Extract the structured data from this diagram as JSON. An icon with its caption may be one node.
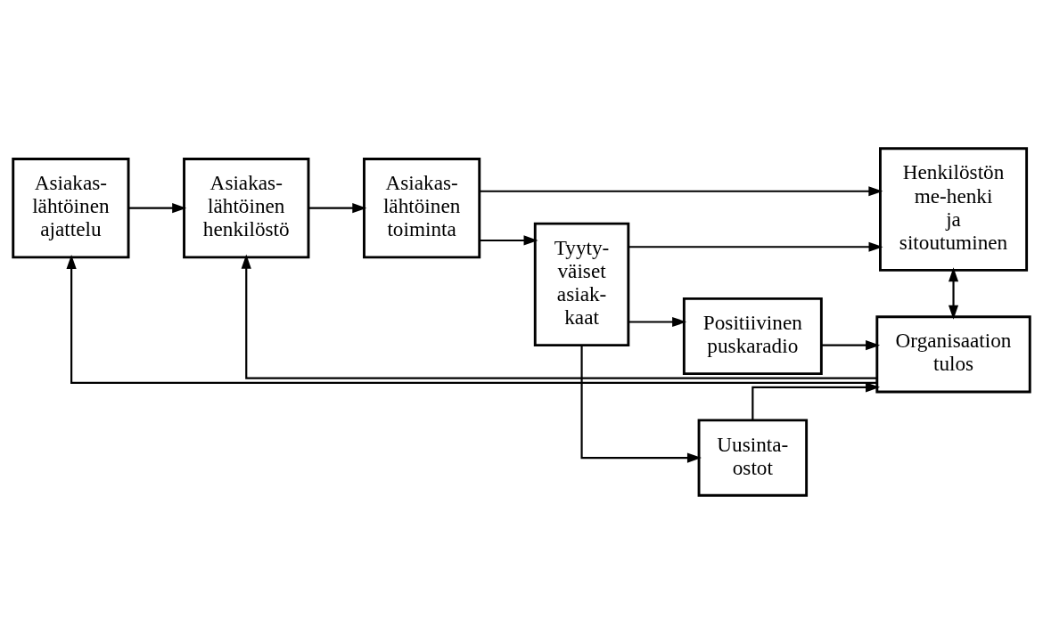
{
  "diagram": {
    "nodes": [
      {
        "text": [
          "Asiakas- lähtöinen ajattelu"
        ]
      },
      {
        "text": [
          "Asiakas- lähtöinen henkilöstö"
        ]
      },
      {
        "text": [
          "Asiakas- lähtöinen toiminta"
        ]
      },
      {
        "text": [
          "Tyyty- väiset asiak- kaat"
        ]
      },
      {
        "text": [
          "Uusinta- ostot"
        ]
      },
      {
        "text": [
          "Positiivinen puskaradio"
        ]
      },
      {
        "text": [
          "Henkilöstön me-henki ja sitoutuminen"
        ]
      },
      {
        "text": [
          "Organisaation tulos"
        ]
      }
    ],
    "edges": [
      {
        "from": 0,
        "to": 1,
        "arrow": "to"
      },
      {
        "from": 1,
        "to": 2,
        "arrow": "to"
      },
      {
        "from": 2,
        "to": 3,
        "arrow": "to"
      },
      {
        "from": 2,
        "to": 6,
        "arrow": "to"
      },
      {
        "from": 3,
        "to": 6,
        "arrow": "to"
      },
      {
        "from": 3,
        "to": 4,
        "arrow": "to"
      },
      {
        "from": 3,
        "to": 5,
        "arrow": "to"
      },
      {
        "from": 4,
        "to": 7,
        "arrow": "to"
      },
      {
        "from": 5,
        "to": 7,
        "arrow": "to"
      },
      {
        "from": 6,
        "to": 7,
        "arrow": "both"
      },
      {
        "from": 7,
        "to": 0,
        "arrow": "to"
      },
      {
        "from": 7,
        "to": 1,
        "arrow": "to"
      }
    ]
  }
}
